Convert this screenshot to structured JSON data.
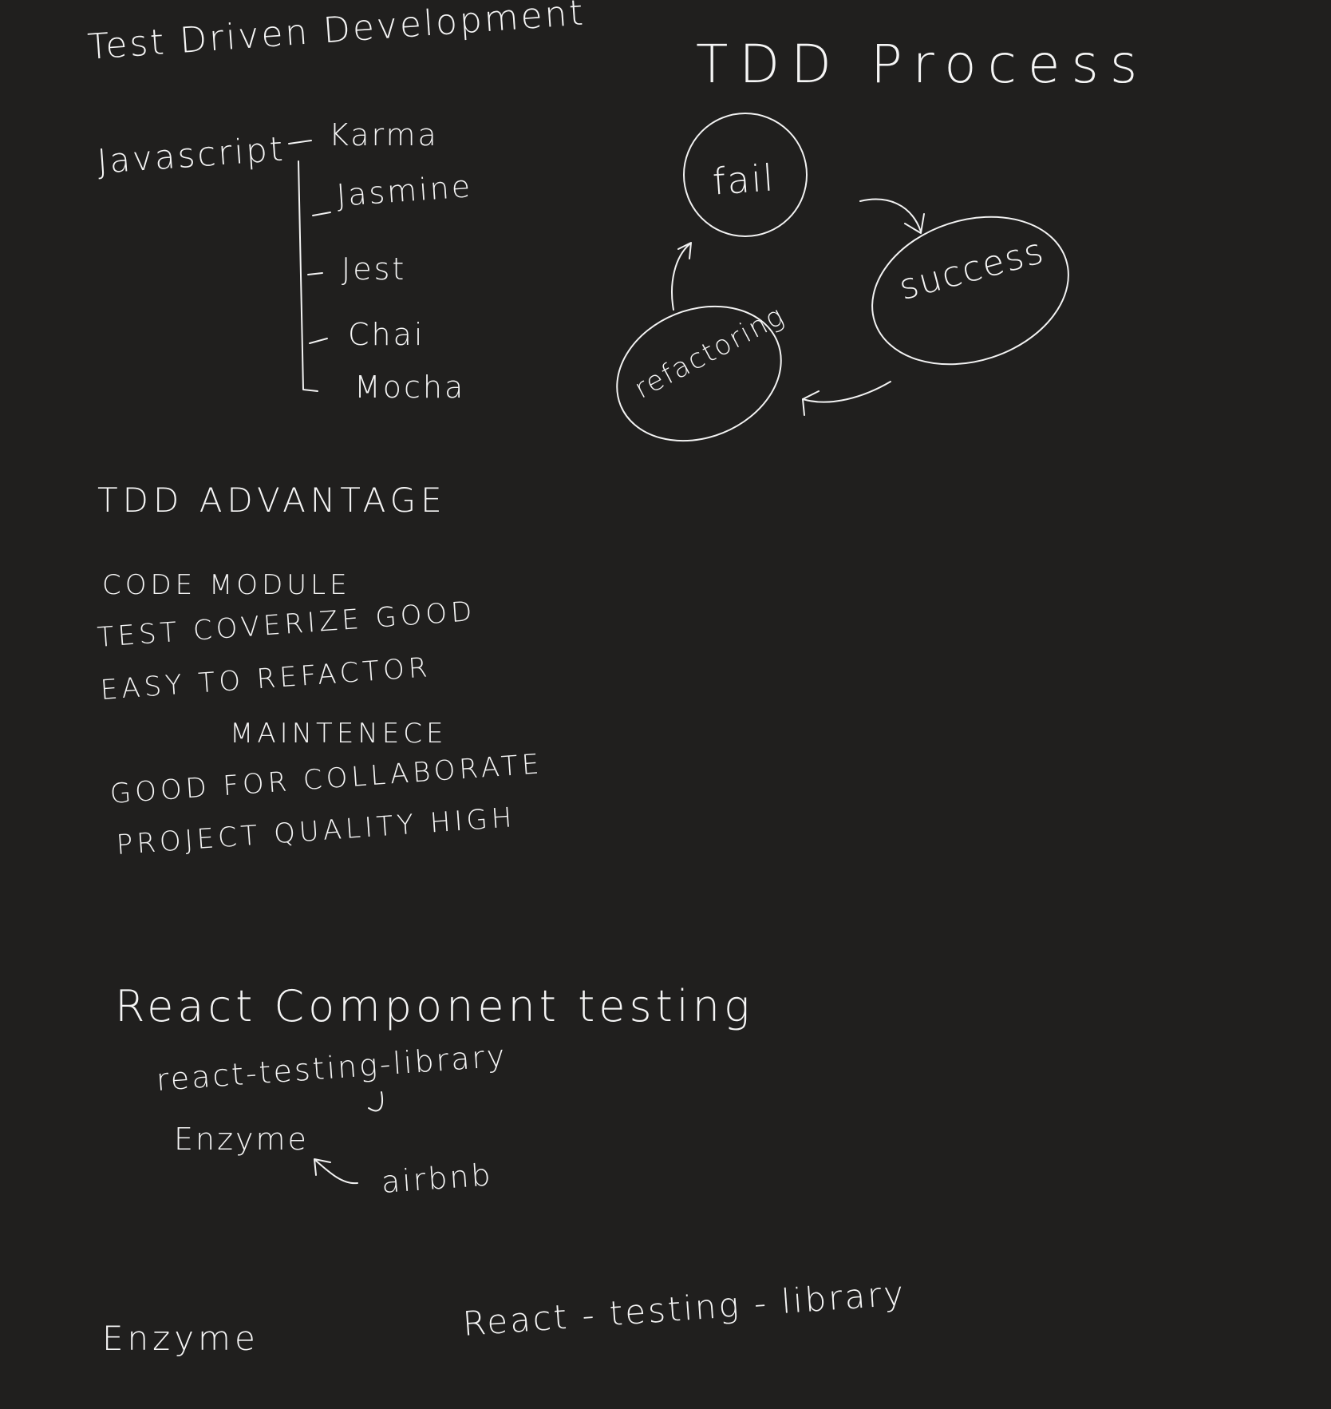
{
  "header": {
    "title": "Test Driven Development"
  },
  "js_frameworks": {
    "language": "Javascript",
    "items": [
      "Karma",
      "Jasmine",
      "Jest",
      "Chai",
      "Mocha"
    ]
  },
  "process": {
    "title": "TDD Process",
    "nodes": {
      "fail": "fail",
      "success": "success",
      "refactoring": "refactoring"
    }
  },
  "advantage": {
    "title": "TDD ADVANTAGE",
    "lines": [
      "CODE MODULE",
      "TEST COVERIZE GOOD",
      "EASY TO REFACTOR",
      "MAINTENECE",
      "GOOD FOR COLLABORATE",
      "PROJECT QUALITY HIGH"
    ]
  },
  "react_testing": {
    "title": "React Component testing",
    "library": "react-testing-library",
    "enzyme": "Enzyme",
    "enzyme_author": "airbnb"
  },
  "footer": {
    "left": "Enzyme",
    "right": "React - testing - library"
  }
}
